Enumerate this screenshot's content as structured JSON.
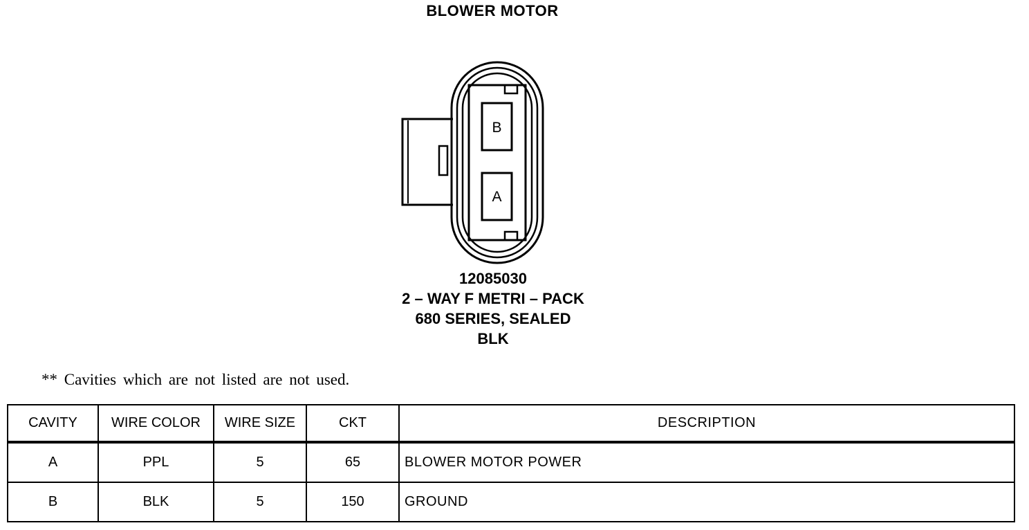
{
  "title": "BLOWER MOTOR",
  "connector": {
    "cavity_labels": [
      "B",
      "A"
    ],
    "part_number": "12085030",
    "type": "2 – WAY F METRI – PACK",
    "series": "680 SERIES, SEALED",
    "color": "BLK"
  },
  "note": "** Cavities which are not listed are not used.",
  "table": {
    "headers": [
      "CAVITY",
      "WIRE COLOR",
      "WIRE SIZE",
      "CKT",
      "DESCRIPTION"
    ],
    "rows": [
      [
        "A",
        "PPL",
        "5",
        "65",
        "BLOWER MOTOR POWER"
      ],
      [
        "B",
        "BLK",
        "5",
        "150",
        "GROUND"
      ]
    ]
  }
}
